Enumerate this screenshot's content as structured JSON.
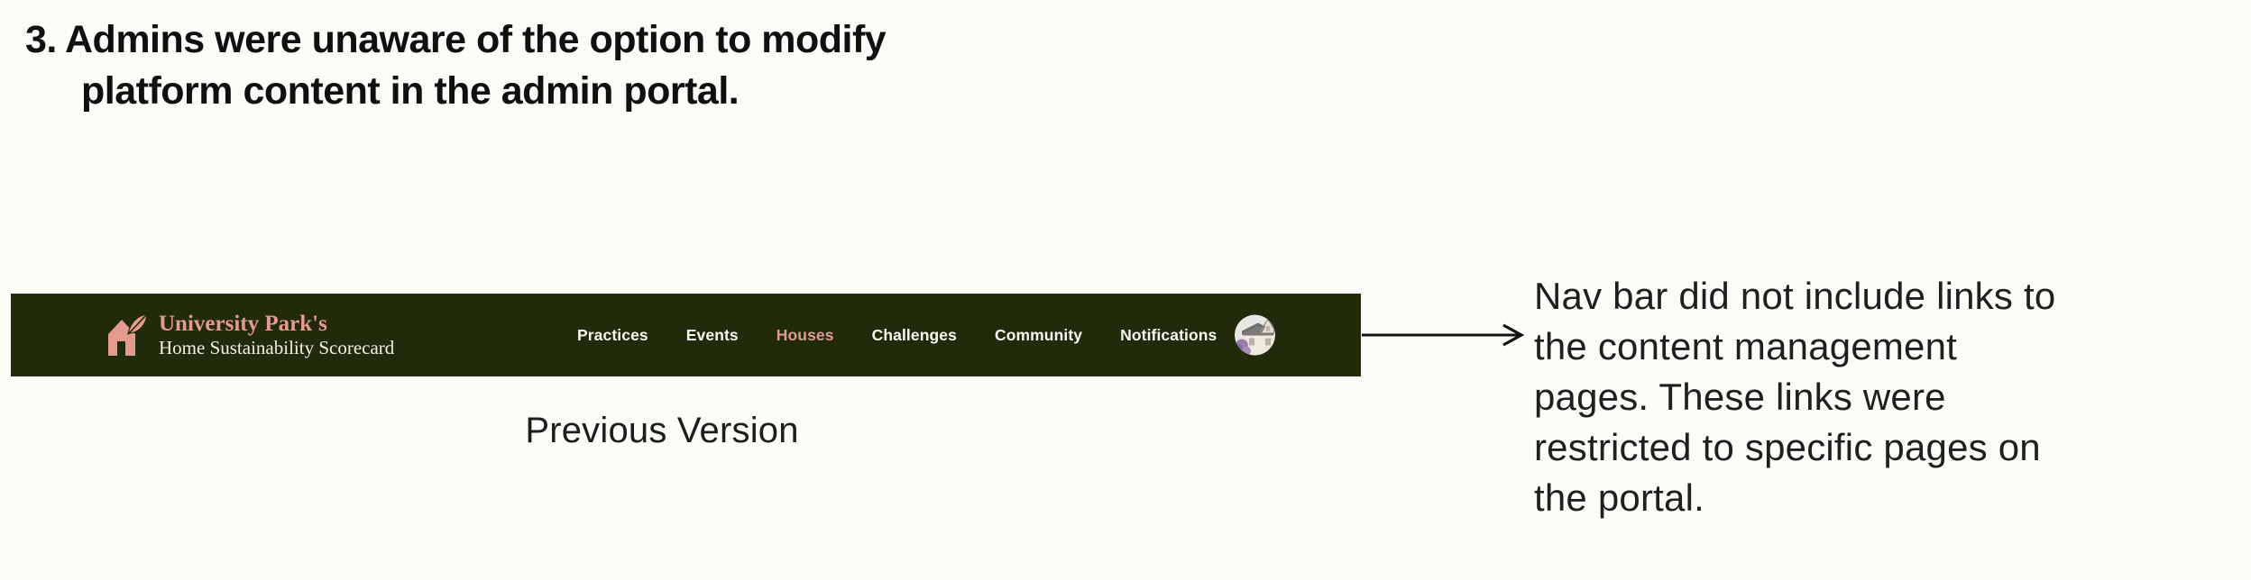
{
  "heading": {
    "number": "3.",
    "lines": [
      "Admins were unaware of the option to modify",
      "platform content in the admin portal."
    ]
  },
  "navbar": {
    "background_color": "#212b0c",
    "accent_pink": "#e49a8c",
    "logo": {
      "icon": "house-leaf-icon",
      "title": "University Park's",
      "subtitle": "Home Sustainability Scorecard"
    },
    "links": [
      {
        "label": "Practices",
        "active": false
      },
      {
        "label": "Events",
        "active": false
      },
      {
        "label": "Houses",
        "active": true
      },
      {
        "label": "Challenges",
        "active": false
      },
      {
        "label": "Community",
        "active": false
      },
      {
        "label": "Notifications",
        "active": false
      }
    ],
    "avatar": "user-avatar-house-photo"
  },
  "caption": {
    "label": "Previous Version"
  },
  "annotation": {
    "arrow_icon": "right-arrow",
    "text": "Nav bar did not include links to\nthe content management\npages. These links were\nrestricted to specific pages on\nthe portal."
  }
}
